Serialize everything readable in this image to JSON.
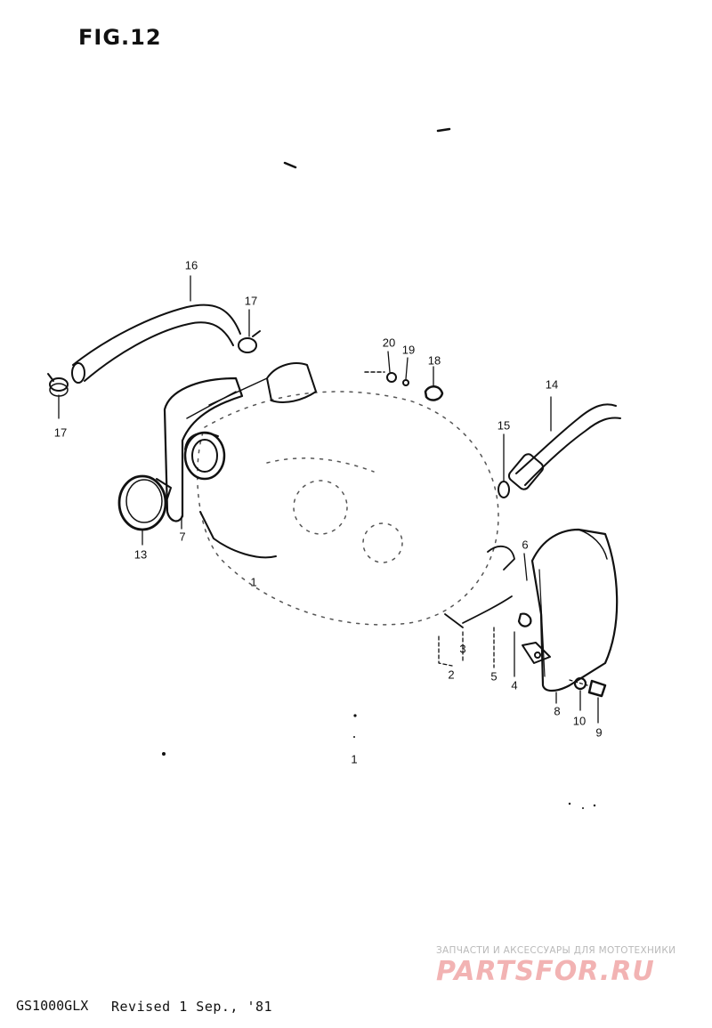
{
  "figure": {
    "title": "FIG.12"
  },
  "callouts": [
    {
      "id": "16",
      "label": "16"
    },
    {
      "id": "17a",
      "label": "17"
    },
    {
      "id": "17b",
      "label": "17"
    },
    {
      "id": "20",
      "label": "20"
    },
    {
      "id": "19",
      "label": "19"
    },
    {
      "id": "18",
      "label": "18"
    },
    {
      "id": "14",
      "label": "14"
    },
    {
      "id": "15",
      "label": "15"
    },
    {
      "id": "13",
      "label": "13"
    },
    {
      "id": "7",
      "label": "7"
    },
    {
      "id": "1a",
      "label": "1"
    },
    {
      "id": "6",
      "label": "6"
    },
    {
      "id": "3",
      "label": "3"
    },
    {
      "id": "2",
      "label": "2"
    },
    {
      "id": "5",
      "label": "5"
    },
    {
      "id": "4",
      "label": "4"
    },
    {
      "id": "8",
      "label": "8"
    },
    {
      "id": "10",
      "label": "10"
    },
    {
      "id": "9",
      "label": "9"
    },
    {
      "id": "1b",
      "label": "1"
    }
  ],
  "footer": {
    "model": "GS1000GLX",
    "revision": "Revised 1 Sep., '81"
  },
  "watermark": {
    "tagline": "ЗАПЧАСТИ И АКСЕССУАРЫ ДЛЯ МОТОТЕХНИКИ",
    "logo": "PARTSFOR.RU",
    "color": "#f2b3b3"
  }
}
